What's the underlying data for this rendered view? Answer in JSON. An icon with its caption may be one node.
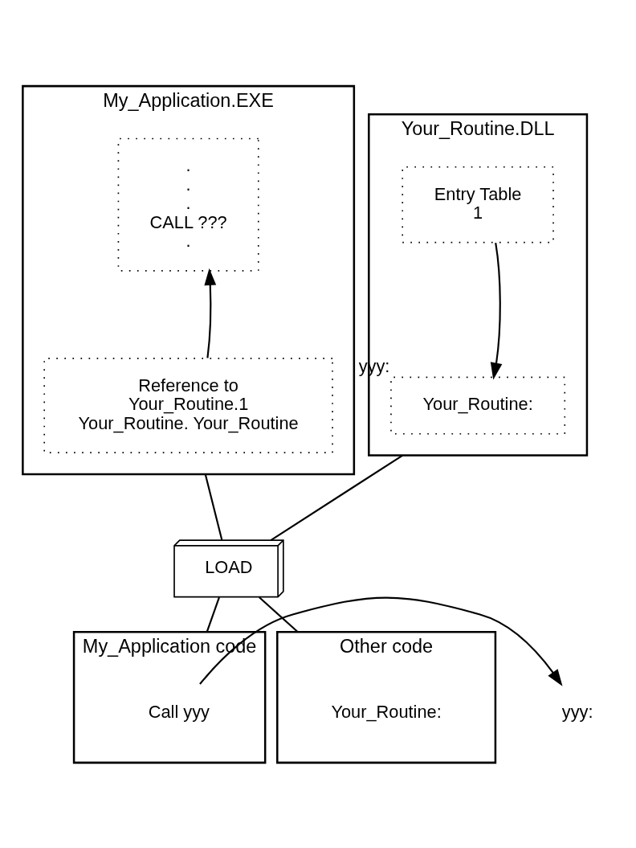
{
  "diagram": {
    "nodes": [
      {
        "text": [
          "My_Application.EXE"
        ]
      },
      {
        "text": [
          ".",
          ".",
          ".",
          "CALL ???",
          "."
        ],
        "in": 0
      },
      {
        "text": [
          "Reference to",
          "Your_Routine.1",
          "Your_Routine. Your_Routine"
        ],
        "in": 0
      },
      {
        "text": [
          "Your_Routine.DLL"
        ]
      },
      {
        "text": [
          "Entry Table",
          "1"
        ],
        "in": 3
      },
      {
        "text": [
          "Your_Routine:"
        ],
        "in": 3,
        "beside": [
          "yyy:"
        ]
      },
      {
        "text": [
          "LOAD"
        ]
      },
      {
        "text": [
          "My_Application code"
        ]
      },
      {
        "text": [
          "Call yyy"
        ],
        "in": 7
      },
      {
        "text": [
          "yyy:"
        ]
      },
      {
        "text": [
          "Other code"
        ]
      },
      {
        "text": [
          "Your_Routine:"
        ],
        "in": 10
      }
    ],
    "edges": [
      {
        "from": 2,
        "to": 1,
        "arrow": "to"
      },
      {
        "from": 4,
        "to": 5,
        "arrow": "to"
      },
      {
        "from": 0,
        "to": 6,
        "arrow": "none"
      },
      {
        "from": 3,
        "to": 6,
        "arrow": "none"
      },
      {
        "from": 6,
        "to": 7,
        "arrow": "none"
      },
      {
        "from": 6,
        "to": 10,
        "arrow": "none"
      },
      {
        "from": 8,
        "to": 9,
        "arrow": "to"
      }
    ]
  }
}
